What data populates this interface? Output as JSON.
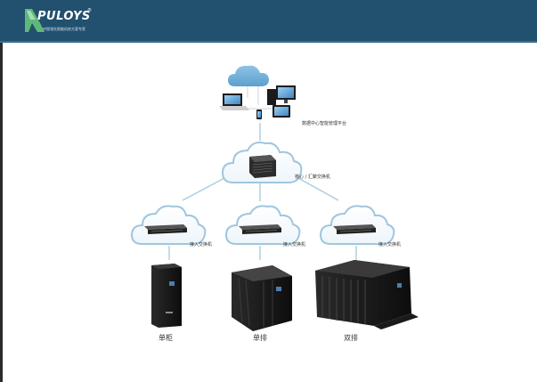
{
  "header": {
    "logo_text": "PULOYS",
    "logo_registered": "®",
    "logo_tagline": "中国领先智能机房方案专家",
    "background_color": "#22506f"
  },
  "diagram": {
    "management": {
      "label": "数据中心智能管理平台",
      "icon": "computers-cloud-icon"
    },
    "core": {
      "label": "核心 / 汇聚交换机",
      "icon": "core-switch-icon"
    },
    "access": [
      {
        "label": "接入交换机",
        "icon": "access-switch-icon"
      },
      {
        "label": "接入交换机",
        "icon": "access-switch-icon"
      },
      {
        "label": "接入交换机",
        "icon": "access-switch-icon"
      }
    ],
    "cabinets": [
      {
        "label": "单柜",
        "icon": "single-cabinet-icon"
      },
      {
        "label": "单排",
        "icon": "single-row-cabinet-icon"
      },
      {
        "label": "双排",
        "icon": "double-row-cabinet-icon"
      }
    ],
    "cloud_stroke_color": "#9fc6de",
    "line_color": "#a9cde0"
  }
}
